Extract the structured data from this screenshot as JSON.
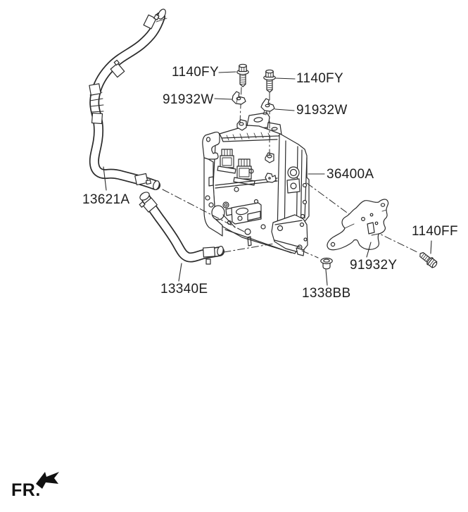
{
  "diagram_type": "parts-diagram",
  "colors": {
    "background": "#ffffff",
    "line": "#2b2b2b",
    "text": "#1e1e1e"
  },
  "callouts": [
    {
      "id": "bolt-top-left",
      "part_no": "1140FY"
    },
    {
      "id": "bolt-top-right",
      "part_no": "1140FY"
    },
    {
      "id": "clip-left",
      "part_no": "91932W"
    },
    {
      "id": "clip-right",
      "part_no": "91932W"
    },
    {
      "id": "inverter-assembly",
      "part_no": "36400A"
    },
    {
      "id": "hose-upper",
      "part_no": "13621A"
    },
    {
      "id": "hose-lower",
      "part_no": "13340E"
    },
    {
      "id": "nut-grommet",
      "part_no": "1338BB"
    },
    {
      "id": "mounting-bracket",
      "part_no": "91932Y"
    },
    {
      "id": "bolt-side",
      "part_no": "1140FF"
    }
  ],
  "orientation": {
    "front_label": "FR."
  }
}
